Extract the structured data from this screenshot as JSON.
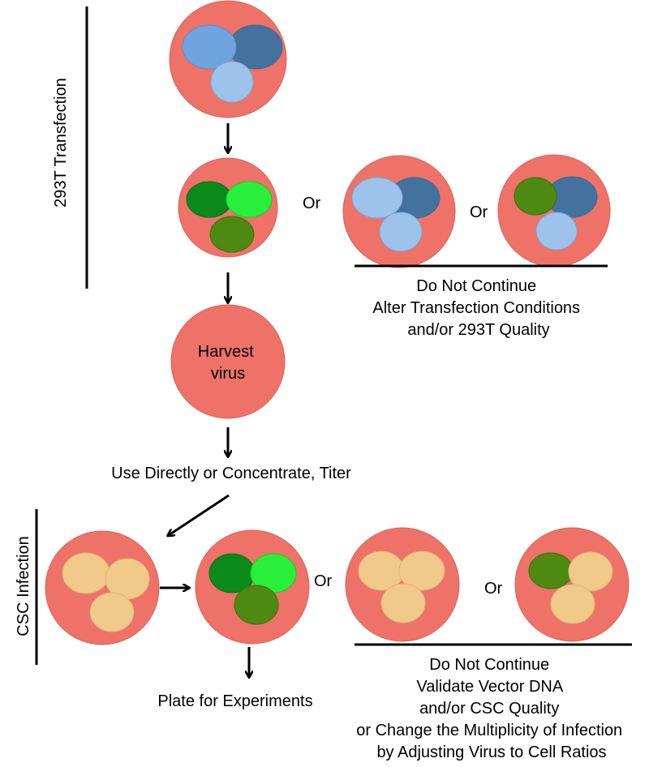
{
  "sections": {
    "transfection_label": "293T  Transfection",
    "infection_label": "CSC Infection"
  },
  "transfection": {
    "or_1": "Or",
    "or_2": "Or",
    "harvest_line1": "Harvest",
    "harvest_line2": "virus",
    "fail_note": [
      "Do Not Continue",
      "Alter Transfection Conditions",
      "and/or 293T Quality"
    ]
  },
  "process": {
    "use_directly": "Use Directly or Concentrate, Titer"
  },
  "infection": {
    "or_1": "Or",
    "or_2": "Or",
    "plate": "Plate for Experiments",
    "fail_note": [
      "Do Not Continue",
      "Validate Vector DNA",
      "and/or CSC Quality",
      "or Change the Multiplicity of Infection",
      "by Adjusting Virus to Cell Ratios"
    ]
  },
  "colors": {
    "dish": "#ee7268",
    "dish_stroke": "#d9635a",
    "light_blue": "#9dc3ec",
    "mid_blue": "#6fa4dc",
    "dark_blue": "#44729f",
    "dark_green": "#0a8a1a",
    "bright_green": "#2aef3a",
    "olive_green": "#4e8a12",
    "tan": "#f1c98a"
  }
}
